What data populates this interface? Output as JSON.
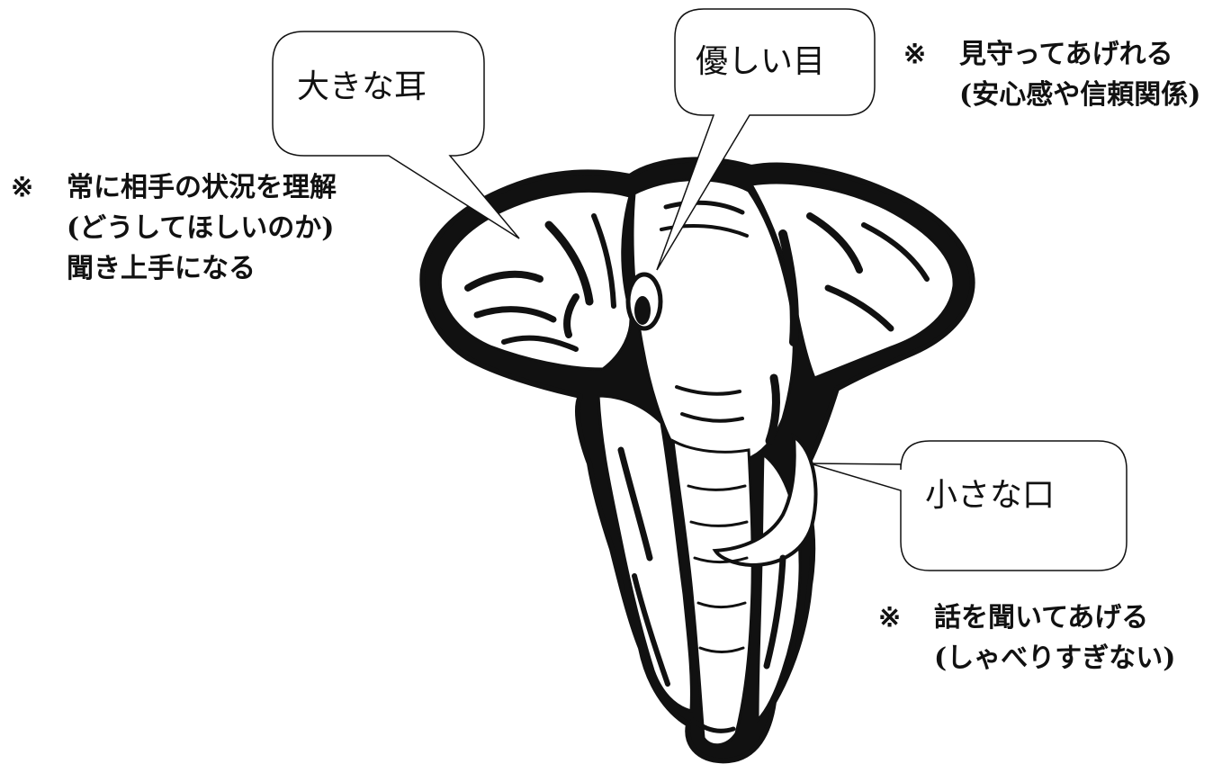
{
  "callouts": {
    "ears": "大きな耳",
    "eyes": "優しい目",
    "mouth": "小さな口"
  },
  "notes": {
    "ears": {
      "mark": "※",
      "lines": [
        "常に相手の状況を理解",
        "(どうしてほしいのか)",
        "聞き上手になる"
      ]
    },
    "eyes": {
      "mark": "※",
      "lines": [
        "見守ってあげれる",
        "(安心感や信頼関係)"
      ]
    },
    "mouth": {
      "mark": "※",
      "lines": [
        "話を聞いてあげる",
        "(しゃべりすぎない)"
      ]
    }
  },
  "colors": {
    "ink": "#111111",
    "paper": "#ffffff"
  }
}
